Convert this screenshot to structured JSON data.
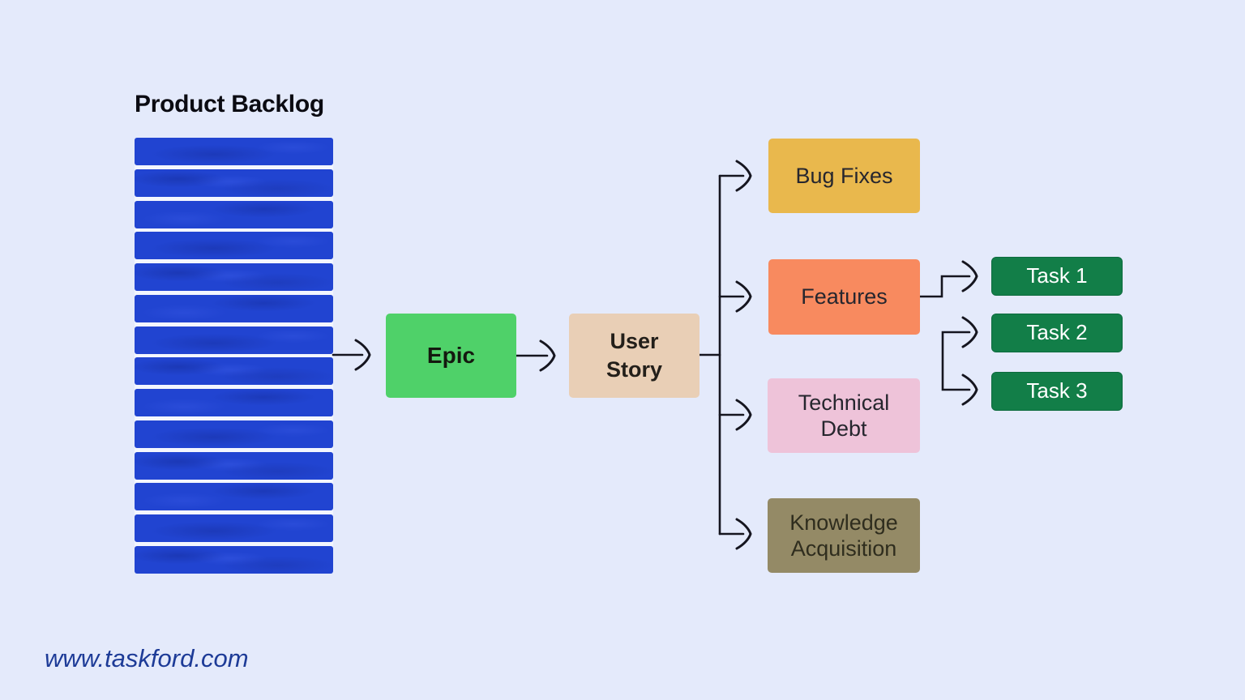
{
  "title": "Product Backlog",
  "footer": {
    "url": "www.taskford.com"
  },
  "backlog": {
    "description": "stack of backlog item bars",
    "bar_count": 14,
    "bar_color": "#2144d1"
  },
  "nodes": {
    "epic": {
      "label": "Epic",
      "color": "#4fd169"
    },
    "user_story": {
      "label": "User\nStory",
      "color": "#e9cfb6"
    },
    "bug_fixes": {
      "label": "Bug Fixes",
      "color": "#e9b84d"
    },
    "features": {
      "label": "Features",
      "color": "#f88a5f"
    },
    "technical_debt": {
      "label": "Technical\nDebt",
      "color": "#eec3d9"
    },
    "knowledge_acquisition": {
      "label": "Knowledge\nAcquisition",
      "color": "#948a66"
    },
    "task_1": {
      "label": "Task 1",
      "color": "#127e48"
    },
    "task_2": {
      "label": "Task 2",
      "color": "#127e48"
    },
    "task_3": {
      "label": "Task 3",
      "color": "#127e48"
    }
  },
  "colors": {
    "background": "#e4eafb",
    "connector_line": "#15151f",
    "task_text": "#ffffff",
    "footer_text": "#1d3b97",
    "title_text": "#0b0b12"
  }
}
